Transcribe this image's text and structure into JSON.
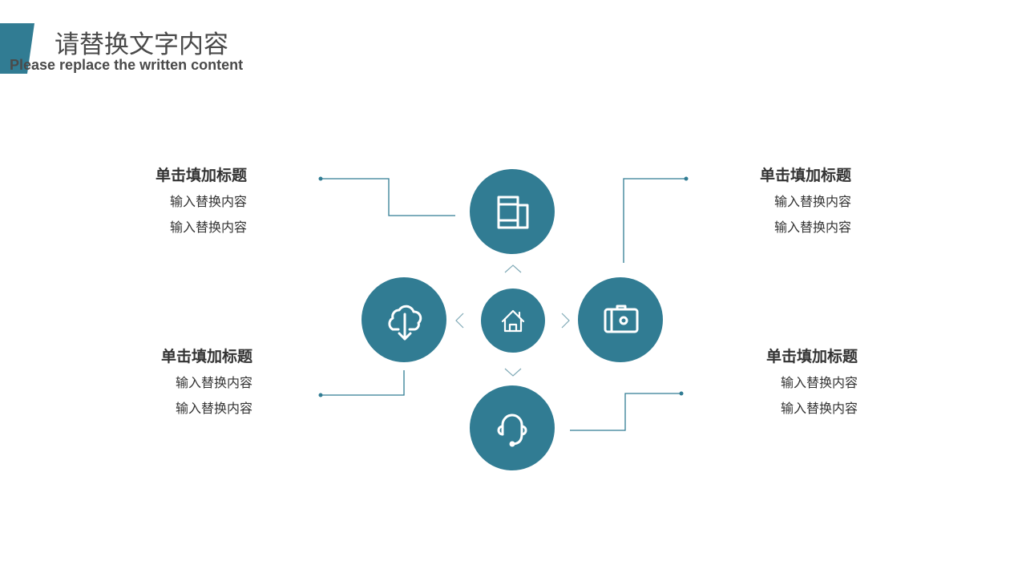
{
  "header": {
    "title": "请替换文字内容",
    "subtitle": "Please replace the written content"
  },
  "accent": "#317c93",
  "items": [
    {
      "title": "单击填加标题",
      "lines": [
        "输入替换内容",
        "输入替换内容"
      ],
      "icon": "film-icon"
    },
    {
      "title": "单击填加标题",
      "lines": [
        "输入替换内容",
        "输入替换内容"
      ],
      "icon": "camera-icon"
    },
    {
      "title": "单击填加标题",
      "lines": [
        "输入替换内容",
        "输入替换内容"
      ],
      "icon": "cloud-download-icon"
    },
    {
      "title": "单击填加标题",
      "lines": [
        "输入替换内容",
        "输入替换内容"
      ],
      "icon": "headset-icon"
    }
  ],
  "center": {
    "icon": "home-icon"
  }
}
